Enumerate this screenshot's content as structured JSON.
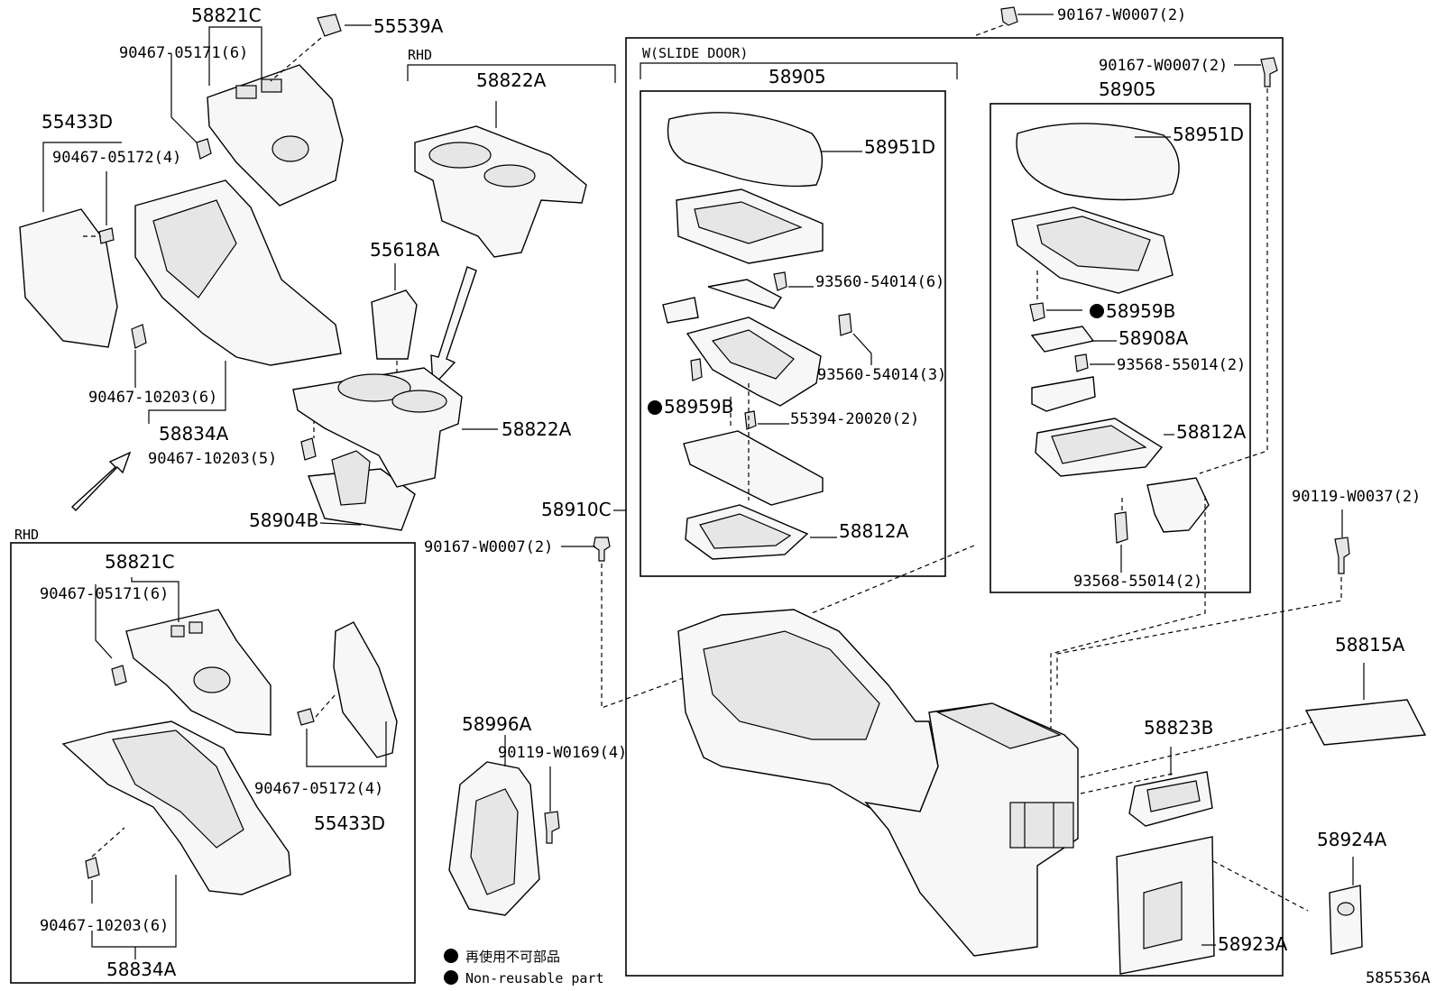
{
  "labels": {
    "p58821C_top": "58821C",
    "p55539A": "55539A",
    "p90467_05171_top": "90467-05171(6)",
    "p55433D_top": "55433D",
    "p90467_05172_top": "90467-05172(4)",
    "p90467_10203_top": "90467-10203(6)",
    "p58834A_top": "58834A",
    "p90467_10203_5": "90467-10203(5)",
    "p58904B": "58904B",
    "rhd_top": "RHD",
    "p58822A_top": "58822A",
    "p55618A": "55618A",
    "p58822A_mid": "58822A",
    "p58910C": "58910C",
    "p90167_W0007_a": "90167-W0007(2)",
    "p90167_W0007_b": "90167-W0007(2)",
    "p90167_W0007_c": "90167-W0007(2)",
    "w_slide_door": "W(SLIDE DOOR)",
    "p58905_left": "58905",
    "p58951D_left": "58951D",
    "p93560_54014_6": "93560-54014(6)",
    "p93560_54014_3": "93560-54014(3)",
    "p58959B_left": "58959B",
    "p55394_20020": "55394-20020(2)",
    "p58812A_left": "58812A",
    "p58905_right": "58905",
    "p58951D_right": "58951D",
    "p58959B_right": "58959B",
    "p58908A": "58908A",
    "p93568_55014_a": "93568-55014(2)",
    "p58812A_right": "58812A",
    "p93568_55014_b": "93568-55014(2)",
    "p90119_W0037": "90119-W0037(2)",
    "p58815A": "58815A",
    "p58823B": "58823B",
    "p58924A": "58924A",
    "p58923A": "58923A",
    "rhd_box": "RHD",
    "p58821C_box": "58821C",
    "p90467_05171_box": "90467-05171(6)",
    "p90467_05172_box": "90467-05172(4)",
    "p55433D_box": "55433D",
    "p90467_10203_box": "90467-10203(6)",
    "p58834A_box": "58834A",
    "p58996A": "58996A",
    "p90119_W0169": "90119-W0169(4)"
  },
  "legend": {
    "line1": "再使用不可部品",
    "line2": "Non-reusable part"
  },
  "diagram_id": "585536A"
}
